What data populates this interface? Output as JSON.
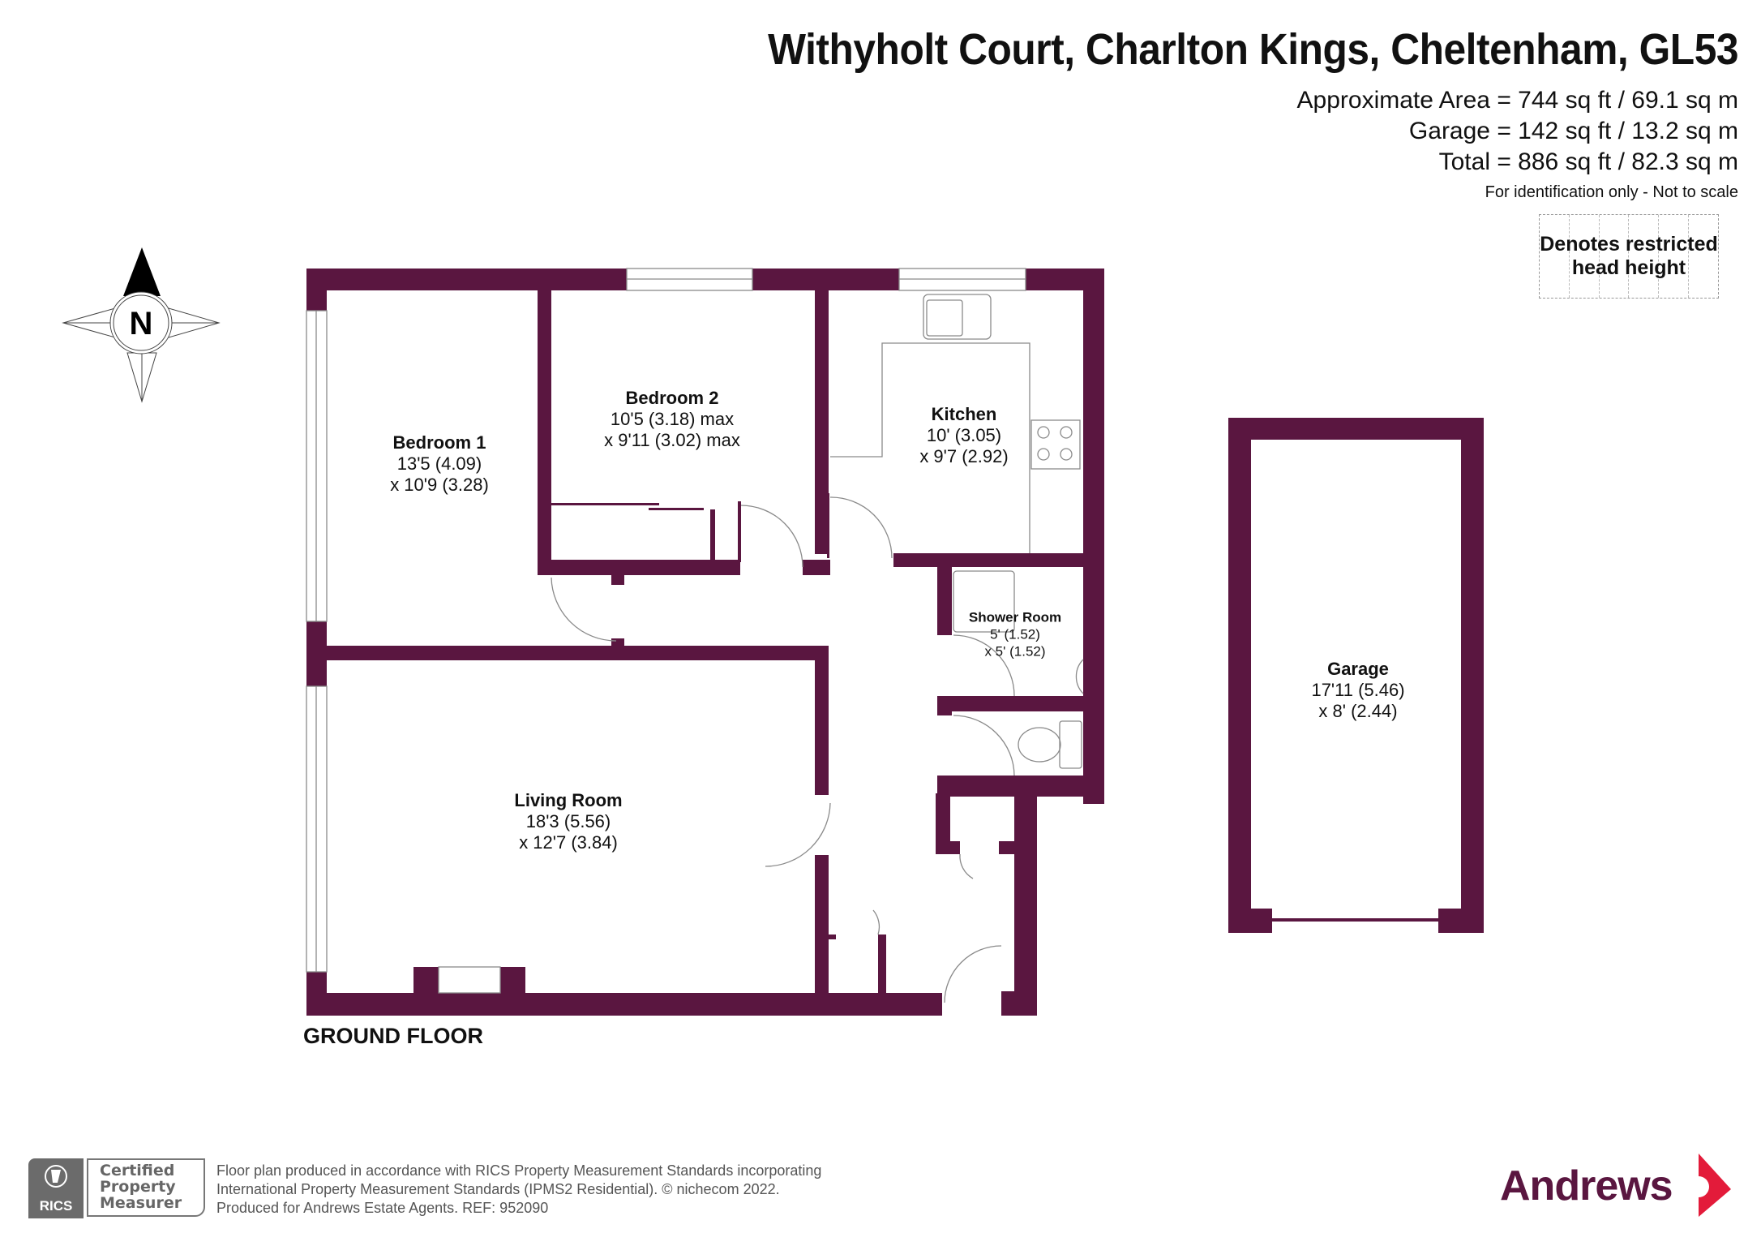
{
  "header": {
    "title": "Withyholt Court, Charlton Kings, Cheltenham, GL53",
    "areas": [
      "Approximate Area = 744 sq ft / 69.1 sq m",
      "Garage = 142 sq ft / 13.2 sq m",
      "Total = 886 sq ft / 82.3 sq m"
    ],
    "note": "For identification only - Not to scale"
  },
  "legend": {
    "line1": "Denotes restricted",
    "line2": "head height"
  },
  "compass": {
    "label": "N"
  },
  "plan": {
    "floor_label": "GROUND FLOOR",
    "wall_color": "#5a1640",
    "rooms": [
      {
        "name": "Bedroom 1",
        "dim1": "13'5 (4.09)",
        "dim2": "x 10'9 (3.28)"
      },
      {
        "name": "Bedroom 2",
        "dim1": "10'5 (3.18) max",
        "dim2": "x 9'11 (3.02) max"
      },
      {
        "name": "Kitchen",
        "dim1": "10' (3.05)",
        "dim2": "x 9'7 (2.92)"
      },
      {
        "name": "Shower Room",
        "dim1": "5' (1.52)",
        "dim2": "x 5' (1.52)"
      },
      {
        "name": "Living Room",
        "dim1": "18'3 (5.56)",
        "dim2": "x 12'7 (3.84)"
      },
      {
        "name": "Garage",
        "dim1": "17'11 (5.46)",
        "dim2": "x 8' (2.44)"
      }
    ]
  },
  "footer": {
    "rics_mark": "RICS",
    "badge_lines": [
      "Certified",
      "Property",
      "Measurer"
    ],
    "lines": [
      "Floor plan produced in accordance with RICS Property Measurement Standards incorporating",
      "International Property Measurement Standards (IPMS2 Residential).   © nichecom 2022.",
      "Produced for Andrews Estate Agents.   REF:   952090"
    ],
    "brand": "Andrews",
    "brand_color": "#5a1640",
    "brand_arrow_color": "#e31b3a"
  }
}
